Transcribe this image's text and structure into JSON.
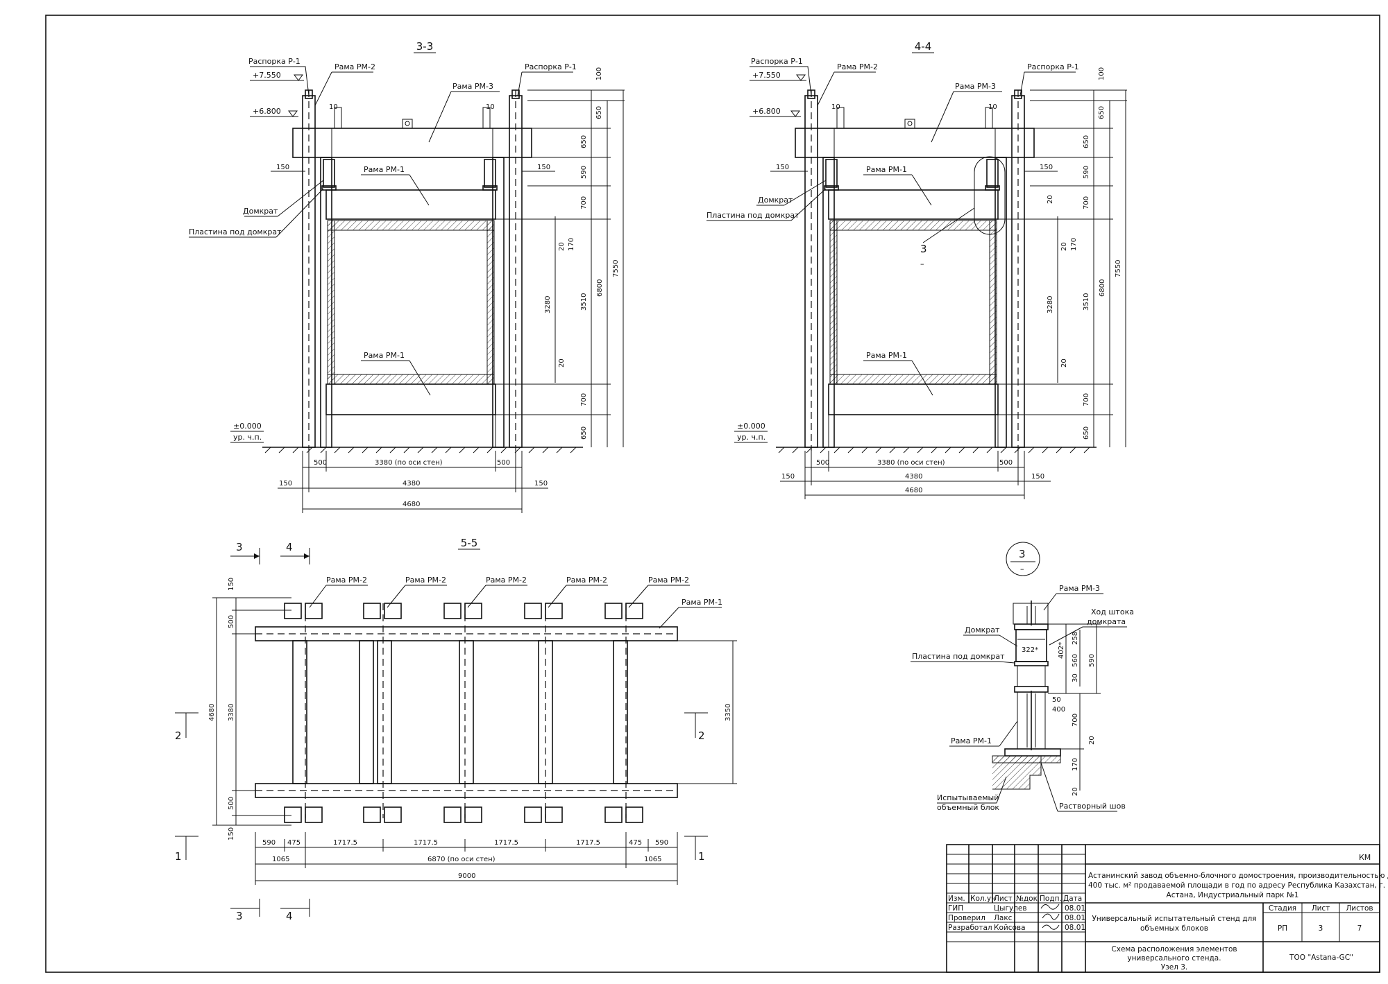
{
  "sections": {
    "s33": {
      "title": "3-3"
    },
    "s44": {
      "title": "4-4"
    },
    "s55": {
      "title": "5-5"
    }
  },
  "labels": {
    "rasporka": "Распорка Р-1",
    "rama_rm2": "Рама РМ-2",
    "rama_rm3": "Рама РМ-3",
    "rama_rm1": "Рама РМ-1",
    "domkrat": "Домкрат",
    "plastina": "Пластина под домкрат",
    "level_7550": "+7.550",
    "level_6800": "+6.800",
    "level_0": "±0.000",
    "ground": "ур. ч.п.",
    "node_ref": "3",
    "node_dash": "–",
    "hod_line1": "Ход штока",
    "hod_line2": "домкрата",
    "ispyt_line1": "Испытываемый",
    "ispyt_line2": "объемный блок",
    "rastvor": "Растворный шов"
  },
  "dims": {
    "d10": "10",
    "d150": "150",
    "d500": "500",
    "d3380": "3380 (по оси стен)",
    "d4380": "4380",
    "d4680": "4680",
    "d100": "100",
    "d650": "650",
    "d590": "590",
    "d700": "700",
    "d20": "20",
    "d170": "170",
    "d3280": "3280",
    "d3510": "3510",
    "d6800": "6800",
    "d7550": "7550",
    "d475": "475",
    "d1717": "1717.5",
    "d1065": "1065",
    "d6870": "6870 (по оси стен)",
    "d9000": "9000",
    "d3350": "3350",
    "d4680v": "4680",
    "d3380v": "3380",
    "d322": "322*",
    "d402": "402*",
    "d258": "258",
    "d560": "560",
    "d30": "30",
    "d50": "50",
    "d400": "400"
  },
  "cuts": {
    "c1": "1",
    "c2": "2",
    "c3": "3",
    "c4": "4"
  },
  "title_block": {
    "code": "КМ",
    "project_line1": "Астанинский завод объемно-блочного домостроения, производительностью до",
    "project_line2": "400 тыс. м² продаваемой площади в год по адресу Республика Казахстан, г.",
    "project_line3": "Астана, Индустриальный парк №1",
    "headers": {
      "izm": "Изм.",
      "koluch": "Кол.уч",
      "list": "Лист",
      "ndok": "№док",
      "podp": "Подп.",
      "data": "Дата"
    },
    "rows": [
      {
        "role": "ГИП",
        "name": "Цыгулев",
        "date": "08.01"
      },
      {
        "role": "Проверил",
        "name": "Лакс",
        "date": "08.01"
      },
      {
        "role": "Разработал",
        "name": "Койсова",
        "date": "08.01"
      }
    ],
    "object_line1": "Универсальный испытательный стенд для",
    "object_line2": "объемных блоков",
    "stage_label": "Стадия",
    "sheet_label": "Лист",
    "sheets_label": "Листов",
    "stage": "РП",
    "sheet": "3",
    "sheets": "7",
    "drawing_line1": "Схема расположения элементов",
    "drawing_line2": "универсального стенда.",
    "drawing_line3": "Узел 3.",
    "company": "ТОО \"Astana-GC\""
  }
}
